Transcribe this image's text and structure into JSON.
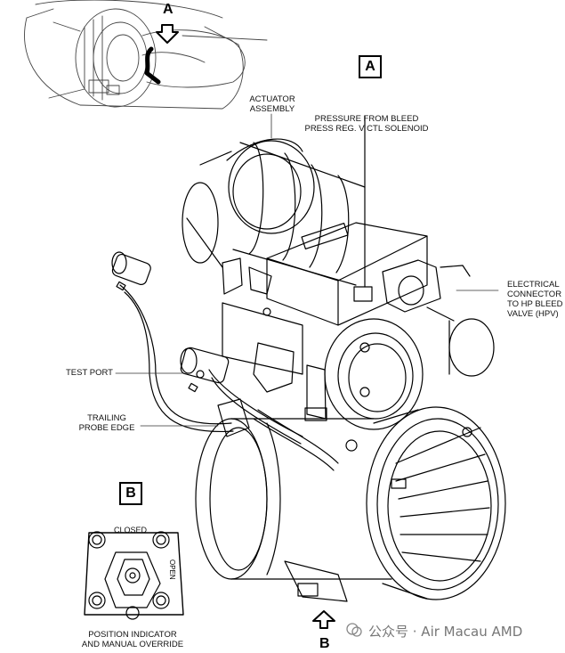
{
  "callouts": {
    "view_a_header": "A",
    "view_a_arrow": "A",
    "view_b_header": "B",
    "view_b_arrow": "B"
  },
  "labels": {
    "actuator_line1": "ACTUATOR",
    "actuator_line2": "ASSEMBLY",
    "pressure_line1": "PRESSURE FROM BLEED",
    "pressure_line2": "PRESS REG. V CTL SOLENOID",
    "electrical_line1": "ELECTRICAL",
    "electrical_line2": "CONNECTOR",
    "electrical_line3": "TO HP BLEED",
    "electrical_line4": "VALVE (HPV)",
    "test_port": "TEST PORT",
    "trailing_line1": "TRAILING",
    "trailing_line2": "PROBE EDGE"
  },
  "detail_b": {
    "closed": "CLOSED",
    "open": "OPEN",
    "caption_line1": "POSITION INDICATOR",
    "caption_line2": "AND MANUAL OVERRIDE"
  },
  "watermark": {
    "text": "公众号 · Air Macau AMD"
  }
}
